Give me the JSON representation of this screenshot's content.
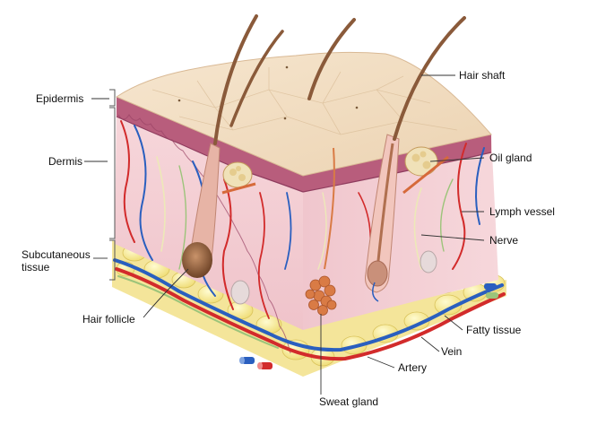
{
  "diagram": {
    "subject": "skin cross-section",
    "labels": {
      "epidermis": "Epidermis",
      "dermis": "Dermis",
      "subcutaneous_line1": "Subcutaneous",
      "subcutaneous_line2": "tissue",
      "hair_follicle": "Hair follicle",
      "hair_shaft": "Hair shaft",
      "oil_gland": "Oil gland",
      "lymph_vessel": "Lymph vessel",
      "nerve": "Nerve",
      "fatty_tissue": "Fatty tissue",
      "vein": "Vein",
      "artery": "Artery",
      "sweat_gland": "Sweat gland"
    },
    "colors": {
      "epidermis_top": "#f1dcc0",
      "epidermis_layer": "#b45a78",
      "dermis": "#f3cfd4",
      "dermis_side": "#e9b4be",
      "fat": "#f6ea96",
      "hair": "#8a5a3a",
      "artery": "#d22b2b",
      "vein": "#2a5fbf",
      "nerve": "#f1f0c8",
      "lymph": "#9cc47a",
      "sweat_gland": "#d97b45"
    }
  }
}
